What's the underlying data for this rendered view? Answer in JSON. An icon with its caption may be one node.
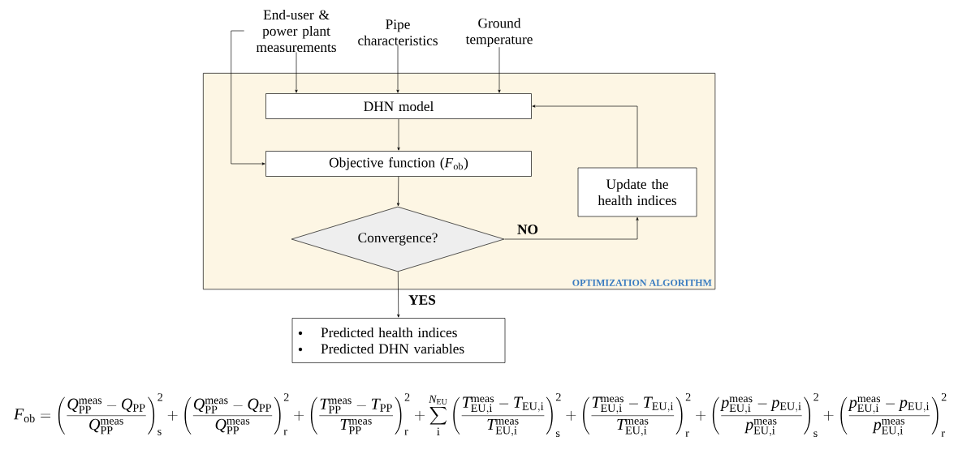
{
  "diagram": {
    "nodes": [
      {
        "text": [
          "OPTIMIZATION ALGORITHM"
        ]
      },
      {
        "text": [
          "End-user & power plant measurements"
        ]
      },
      {
        "text": [
          "Pipe characteristics"
        ]
      },
      {
        "text": [
          "Ground temperature"
        ]
      },
      {
        "text": [
          "DHN model"
        ],
        "in": 0
      },
      {
        "text": [
          "Objective function (*F*$_{ob}$)"
        ],
        "in": 0
      },
      {
        "text": [
          "Convergence?"
        ],
        "in": 0
      },
      {
        "text": [
          "Update the health indices"
        ],
        "in": 0
      },
      {
        "text": [
          "Predicted health indices",
          "Predicted DHN variables"
        ]
      }
    ],
    "edges": [
      {
        "from": 1,
        "to": 4,
        "arrow": "to"
      },
      {
        "from": 2,
        "to": 4,
        "arrow": "to"
      },
      {
        "from": 3,
        "to": 4,
        "arrow": "to"
      },
      {
        "from": 1,
        "to": 5,
        "arrow": "to"
      },
      {
        "from": 4,
        "to": 5,
        "arrow": "to"
      },
      {
        "from": 5,
        "to": 6,
        "arrow": "to"
      },
      {
        "from": 6,
        "to": 7,
        "label": "NO",
        "arrow": "to"
      },
      {
        "from": 7,
        "to": 4,
        "arrow": "to"
      },
      {
        "from": 6,
        "to": 8,
        "label": "YES",
        "arrow": "to"
      }
    ],
    "labels": [
      "F_{\\mathrm{ob}}=\\left(\\frac{Q_{\\mathrm{PP}}^{\\mathrm{meas}}-Q_{\\mathrm{PP}}}{Q_{\\mathrm{PP}}^{\\mathrm{meas}}}\\right)_{\\mathrm{s}}^{2}+\\left(\\frac{Q_{\\mathrm{PP}}^{\\mathrm{meas}}-Q_{\\mathrm{PP}}}{Q_{\\mathrm{PP}}^{\\mathrm{meas}}}\\right)_{\\mathrm{r}}^{2}+\\left(\\frac{T_{\\mathrm{PP}}^{\\mathrm{meas}}-T_{\\mathrm{PP}}}{T_{\\mathrm{PP}}^{\\mathrm{meas}}}\\right)_{\\mathrm{r}}^{2}+\\sum_{\\mathrm{i}}^{N_{\\mathrm{EU}}}\\left(\\frac{T_{\\mathrm{EU,i}}^{\\mathrm{meas}}-T_{\\mathrm{EU,i}}}{T_{\\mathrm{EU,i}}^{\\mathrm{meas}}}\\right)_{\\mathrm{s}}^{2}+\\left(\\frac{T_{\\mathrm{EU,i}}^{\\mathrm{meas}}-T_{\\mathrm{EU,i}}}{T_{\\mathrm{EU,i}}^{\\mathrm{meas}}}\\right)_{\\mathrm{r}}^{2}+\\left(\\frac{p_{\\mathrm{EU,i}}^{\\mathrm{meas}}-p_{\\mathrm{EU,i}}}{p_{\\mathrm{EU,i}}^{\\mathrm{meas}}}\\right)_{\\mathrm{s}}^{2}+\\left(\\frac{p_{\\mathrm{EU,i}}^{\\mathrm{meas}}-p_{\\mathrm{EU,i}}}{p_{\\mathrm{EU,i}}^{\\mathrm{meas}}}\\right)_{\\mathrm{r}}^{2}"
    ]
  }
}
